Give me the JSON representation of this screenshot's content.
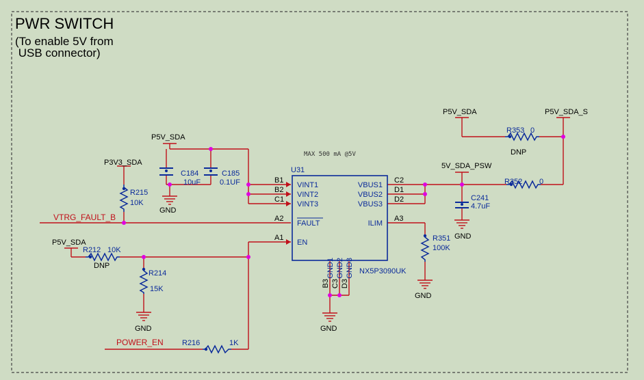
{
  "title": "PWR SWITCH",
  "subtitle": [
    "(To enable 5V from",
    " USB connector)"
  ],
  "ic": {
    "ref": "U31",
    "part": "NX5P3090UK",
    "note": "MAX 500 mA @5V",
    "pins_left": [
      {
        "num": "B1",
        "name": "VINT1"
      },
      {
        "num": "B2",
        "name": "VINT2"
      },
      {
        "num": "C1",
        "name": "VINT3"
      },
      {
        "num": "A2",
        "name": "FAULT"
      },
      {
        "num": "A1",
        "name": "EN"
      }
    ],
    "pins_right": [
      {
        "num": "C2",
        "name": "VBUS1"
      },
      {
        "num": "D1",
        "name": "VBUS2"
      },
      {
        "num": "D2",
        "name": "VBUS3"
      },
      {
        "num": "A3",
        "name": "ILIM"
      }
    ],
    "pins_bottom": [
      {
        "num": "B3",
        "name": "GND1"
      },
      {
        "num": "C3",
        "name": "GND2"
      },
      {
        "num": "D3",
        "name": "GND3"
      }
    ]
  },
  "nets": {
    "p5v_sda": "P5V_SDA",
    "p3v3_sda": "P3V3_SDA",
    "p5v_sda_s": "P5V_SDA_S",
    "v5_sda_psw": "5V_SDA_PSW",
    "vtrg_fault_b": "VTRG_FAULT_B",
    "power_en": "POWER_EN",
    "gnd": "GND"
  },
  "components": {
    "c184": {
      "ref": "C184",
      "value": "10uF"
    },
    "c185": {
      "ref": "C185",
      "value": "0.1UF"
    },
    "c241": {
      "ref": "C241",
      "value": "4.7uF"
    },
    "r215": {
      "ref": "R215",
      "value": "10K"
    },
    "r212": {
      "ref": "R212",
      "value": "10K",
      "note": "DNP"
    },
    "r214": {
      "ref": "R214",
      "value": "15K"
    },
    "r216": {
      "ref": "R216",
      "value": "1K"
    },
    "r351": {
      "ref": "R351",
      "value": "100K"
    },
    "r352": {
      "ref": "R352",
      "value": "0"
    },
    "r353": {
      "ref": "R353",
      "value": "0",
      "note": "DNP"
    }
  },
  "colors": {
    "background": "#cfdcc4",
    "wire": "#c0101a",
    "component": "#0a2a9a",
    "junction": "#e000e0",
    "text": "#000000",
    "border": "#444444"
  }
}
